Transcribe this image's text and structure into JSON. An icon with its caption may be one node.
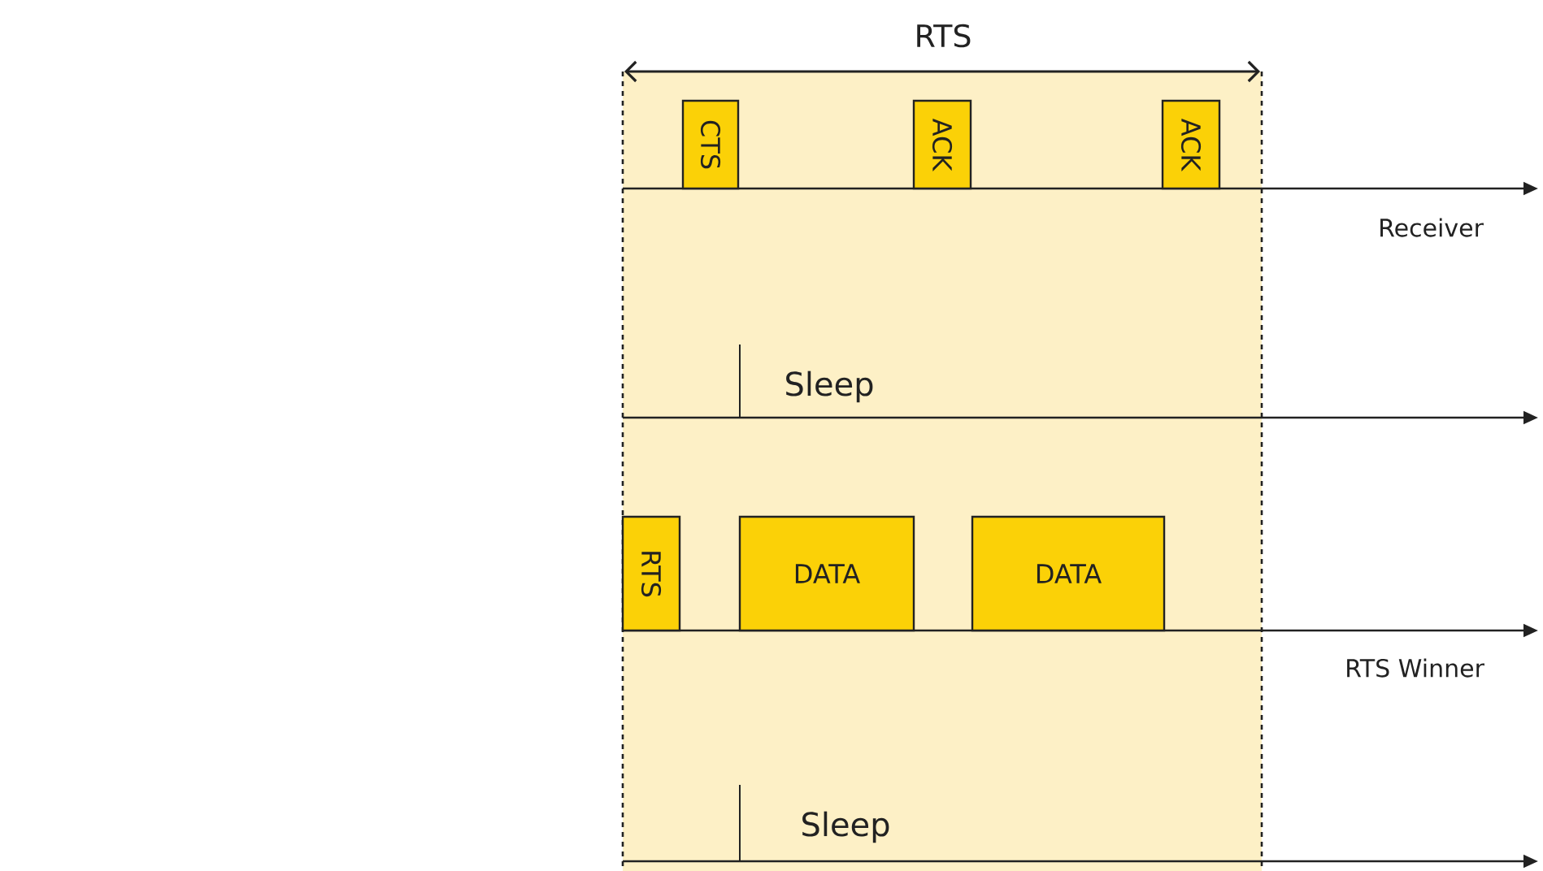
{
  "diagram": {
    "nodes": [
      {
        "text": [
          "CTS"
        ]
      },
      {
        "text": [
          "ACK"
        ]
      },
      {
        "text": [
          "ACK"
        ]
      },
      {
        "text": [
          "RTS"
        ]
      },
      {
        "text": [
          "DATA"
        ]
      },
      {
        "text": [
          "DATA"
        ]
      }
    ],
    "labels": [
      "RTS",
      "Receiver",
      "Sleep",
      "RTS Winner",
      "Sleep"
    ]
  }
}
